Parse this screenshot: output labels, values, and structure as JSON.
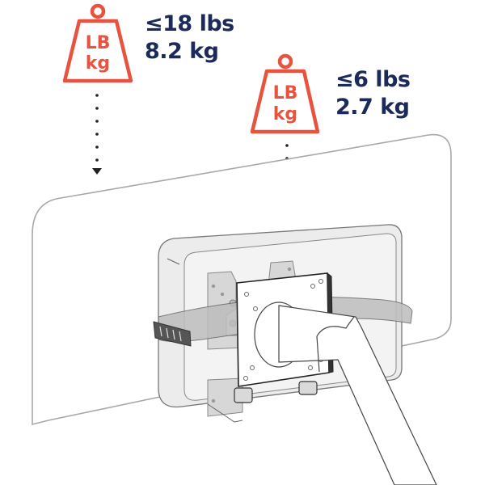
{
  "colors": {
    "accent": "#e8533f",
    "text": "#1c2a5a",
    "outline": "#9a9a9a",
    "line": "#333333"
  },
  "weights": [
    {
      "icon": "weight-icon",
      "icon_top": "LB",
      "icon_bottom": "kg",
      "limit_lbs": "≤18 lbs",
      "limit_kg": "8.2 kg",
      "applies_to": "monitor"
    },
    {
      "icon": "weight-icon",
      "icon_top": "LB",
      "icon_bottom": "kg",
      "limit_lbs": "≤6 lbs",
      "limit_kg": "2.7 kg",
      "applies_to": "mini-pc"
    }
  ]
}
